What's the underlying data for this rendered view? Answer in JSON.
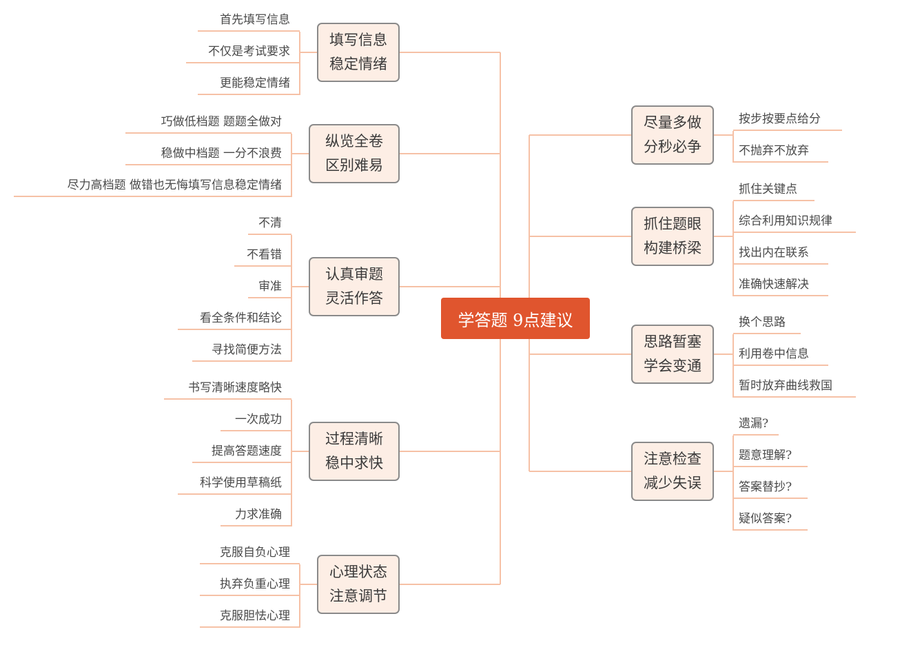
{
  "center": "学答题 9点建议",
  "left_branches": [
    {
      "lines": [
        "填写信息",
        "稳定情绪"
      ],
      "items": [
        "首先填写信息",
        "不仅是考试要求",
        "更能稳定情绪"
      ]
    },
    {
      "lines": [
        "纵览全卷",
        "区别难易"
      ],
      "items": [
        "巧做低档题 题题全做对",
        "稳做中档题 一分不浪费",
        "尽力高档题 做错也无悔填写信息稳定情绪"
      ]
    },
    {
      "lines": [
        "认真审题",
        "灵活作答"
      ],
      "items": [
        "不清",
        "不看错",
        "审准",
        "看全条件和结论",
        "寻找简便方法"
      ]
    },
    {
      "lines": [
        "过程清晰",
        "稳中求快"
      ],
      "items": [
        "书写清晰速度略快",
        "一次成功",
        "提高答题速度",
        "科学使用草稿纸",
        "力求准确"
      ]
    },
    {
      "lines": [
        "心理状态",
        "注意调节"
      ],
      "items": [
        "克服自负心理",
        "执弃负重心理",
        "克服胆怯心理"
      ]
    }
  ],
  "right_branches": [
    {
      "lines": [
        "尽量多做",
        "分秒必争"
      ],
      "items": [
        "按步按要点给分",
        "不抛弃不放弃"
      ]
    },
    {
      "lines": [
        "抓住题眼",
        "构建桥梁"
      ],
      "items": [
        "抓住关键点",
        "综合利用知识规律",
        "找出内在联系",
        "准确快速解决"
      ]
    },
    {
      "lines": [
        "思路暂塞",
        "学会变通"
      ],
      "items": [
        "换个思路",
        "利用卷中信息",
        "暂时放弃曲线救国"
      ]
    },
    {
      "lines": [
        "注意检查",
        "减少失误"
      ],
      "items": [
        "遗漏?",
        "题意理解?",
        "答案替抄?",
        "疑似答案?"
      ]
    }
  ],
  "colors": {
    "center_fill": "#e0552e",
    "node_fill": "#fdeee5",
    "node_border": "#8a8a8a",
    "line": "#f6c1a6"
  }
}
